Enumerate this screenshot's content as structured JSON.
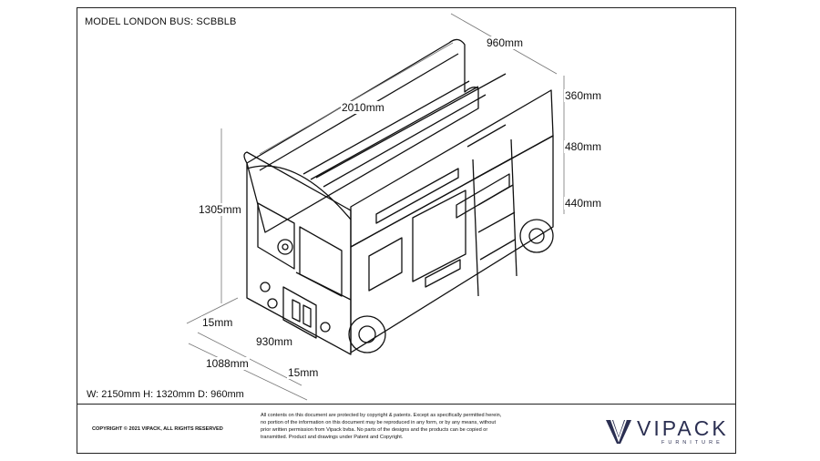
{
  "title": "MODEL LONDON BUS: SCBBLB",
  "dimensions": {
    "depth_top": "960mm",
    "length": "2010mm",
    "rail_height": "360mm",
    "upper_bunk_height": "480mm",
    "lower_bunk_height": "440mm",
    "total_height": "1305mm",
    "front_offset": "15mm",
    "base_width": "930mm",
    "base_total": "1088mm",
    "rear_offset": "15mm"
  },
  "overall_size": "W: 2150mm H: 1320mm D: 960mm",
  "footer": {
    "copyright": "COPYRIGHT © 2021 VIPACK, ALL RIGHTS RESERVED",
    "legal_lines": [
      "All contents on this document are protected by copyright & patents. Except as specifically permitted herein,",
      "no portion of the information on this document may be reproduced in any form, or by any means, without",
      "prior written permission from Vipack bvba. No parts of the designs and the products can be copied or",
      "transmitted. Product and drawings under Patent and Copyright."
    ],
    "logo_name": "VIPACK",
    "logo_sub": "FURNITURE",
    "logo_color": "#2b2f52"
  }
}
